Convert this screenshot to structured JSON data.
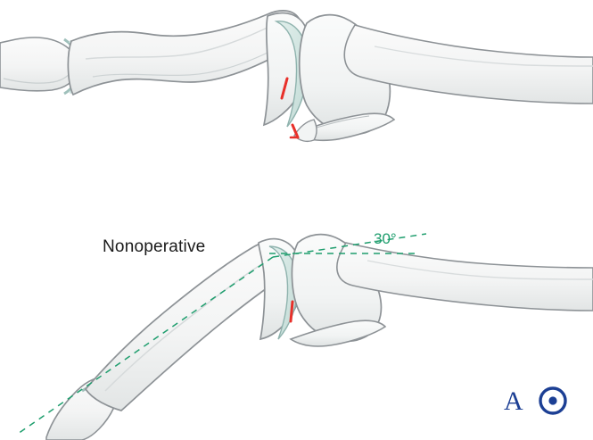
{
  "figure": {
    "title_label": "Nonoperative",
    "angle_label": "30°",
    "logo_text": "AO",
    "colors": {
      "bone_outline": "#8d9296",
      "bone_fill": "#f4f5f5",
      "bone_shadow": "#e3e6e6",
      "cartilage": "#cfe3e0",
      "cartilage_outline": "#8fb3ae",
      "fracture_red": "#e8302a",
      "angle_green": "#1f9e6e",
      "label_text": "#1a1a1a",
      "logo_blue": "#1c3f94",
      "background": "#ffffff"
    }
  },
  "panels": [
    {
      "name": "top-panel",
      "description": "Lateral view of finger joint with displaced fracture fragment, no annotations"
    },
    {
      "name": "bottom-panel",
      "description": "Lateral view of finger joint with nonoperative treatment and 30 degree angulation measurement"
    }
  ],
  "annotations": [
    {
      "name": "fracture-line-top-dorsal",
      "color": "#e8302a"
    },
    {
      "name": "fracture-line-top-volar",
      "color": "#e8302a"
    },
    {
      "name": "fracture-line-bottom",
      "color": "#e8302a"
    },
    {
      "name": "angle-axis-dashed-lines",
      "color": "#1f9e6e",
      "value": "30°"
    }
  ]
}
